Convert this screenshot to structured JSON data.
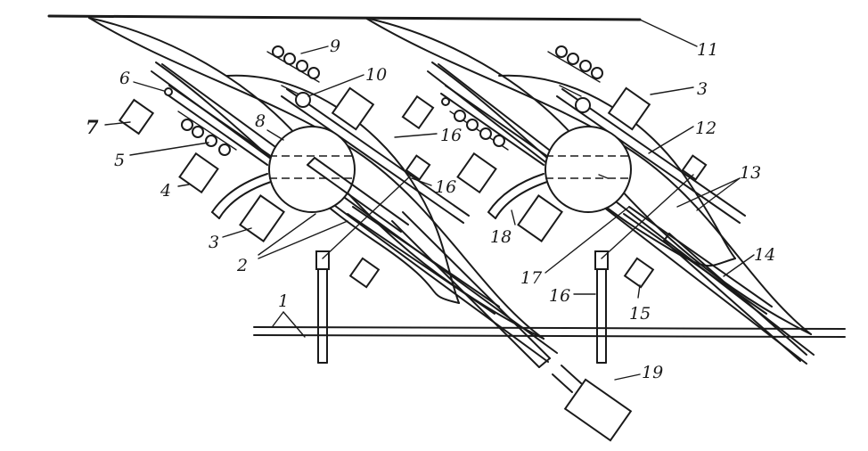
{
  "labels": {
    "l1": "1",
    "l2": "2",
    "l3a": "3",
    "l3b": "3",
    "l4": "4",
    "l5": "5",
    "l6": "6",
    "l7": "7",
    "l8": "8",
    "l9": "9",
    "l10": "10",
    "l11": "11",
    "l12": "12",
    "l13": "13",
    "l14": "14",
    "l15": "15",
    "l16a": "16",
    "l16b": "16",
    "l16c": "16",
    "l17": "17",
    "l18": "18",
    "l19": "19"
  }
}
